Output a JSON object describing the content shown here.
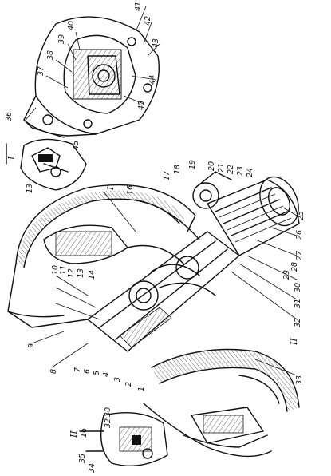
{
  "drawing": {
    "callouts_right": [
      "41",
      "42",
      "43",
      "44",
      "45",
      "25",
      "26",
      "27",
      "28",
      "29",
      "30",
      "31",
      "32",
      "33",
      "II",
      "17",
      "18",
      "19",
      "20",
      "21",
      "22",
      "23",
      "24"
    ],
    "callouts_top": [
      "40",
      "39",
      "38",
      "37",
      "36"
    ],
    "callouts_left": [
      "I",
      "16",
      "10",
      "11",
      "12",
      "13",
      "14",
      "9",
      "8",
      "7",
      "6",
      "5",
      "4",
      "3",
      "2",
      "1"
    ],
    "inset_I": {
      "title": "I",
      "labels": [
        "45",
        "13"
      ]
    },
    "inset_II": {
      "title": "II",
      "ratio": "16",
      "labels": [
        "30",
        "32",
        "35",
        "34"
      ]
    }
  }
}
